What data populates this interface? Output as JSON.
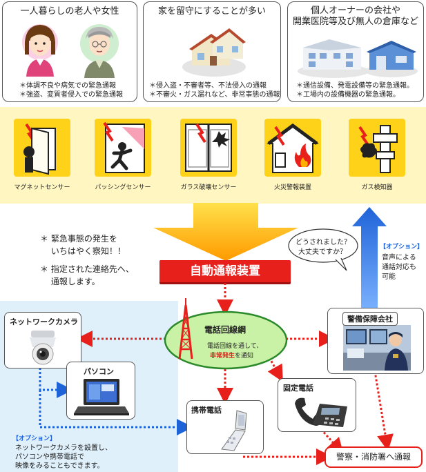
{
  "top_cards": [
    {
      "title": "一人暮らしの老人や女性",
      "notes": [
        "＊体調不良や病気での緊急通報",
        "＊強盗、変質者侵入での緊急通報"
      ]
    },
    {
      "title": "家を留守にすることが多い",
      "notes": [
        "＊侵入盗・不審者等、不法侵入の通報",
        "＊不審火・ガス漏れなど、非常事態の通報"
      ]
    },
    {
      "title_lines": [
        "個人オーナーの会社や",
        "開業医院等及び無人の倉庫など"
      ],
      "notes": [
        "＊通信設備、発電設備等の緊急通報。",
        "＊工場内の設備機器の緊急通報。"
      ]
    }
  ],
  "sensors": [
    "マグネットセンサー",
    "パッシングセンサー",
    "ガラス破壊センサー",
    "火災警報装置",
    "ガス検知器"
  ],
  "bullets": [
    [
      "＊ 緊急事態の発生を",
      "　 いちはやく察知！！"
    ],
    [
      "＊ 指定された連絡先へ、",
      "　 通報します。"
    ]
  ],
  "device_label": "自動通報装置",
  "speech": [
    "どうされました？",
    "大丈夫ですか？"
  ],
  "option_right": {
    "tag": "【オプション】",
    "lines": [
      "音声による",
      "通話対応も",
      "可能"
    ]
  },
  "network": {
    "title": "電話回線網",
    "line1": "電話回線を通して、",
    "highlight": "非常発生",
    "line2_suffix": "を通知"
  },
  "nodes": {
    "camera": "ネットワークカメラ",
    "pc": "パソコン",
    "mobile": "携帯電話",
    "fixed": "固定電話",
    "security": "警備保障会社",
    "police": "警察・消防署へ通報"
  },
  "option_left": {
    "tag": "【オプション】",
    "lines": [
      "ネットワークカメラを設置し、",
      "パソコンや携帯電話で",
      "映像をみることもできます。"
    ]
  },
  "colors": {
    "sensor_yellow": "#ffd21a",
    "device_red": "#e8201c",
    "network_green": "#c9f2a6",
    "arrow_blue": "#2f7be6",
    "dot_red": "#e8201c",
    "dot_blue": "#1f63d8"
  }
}
